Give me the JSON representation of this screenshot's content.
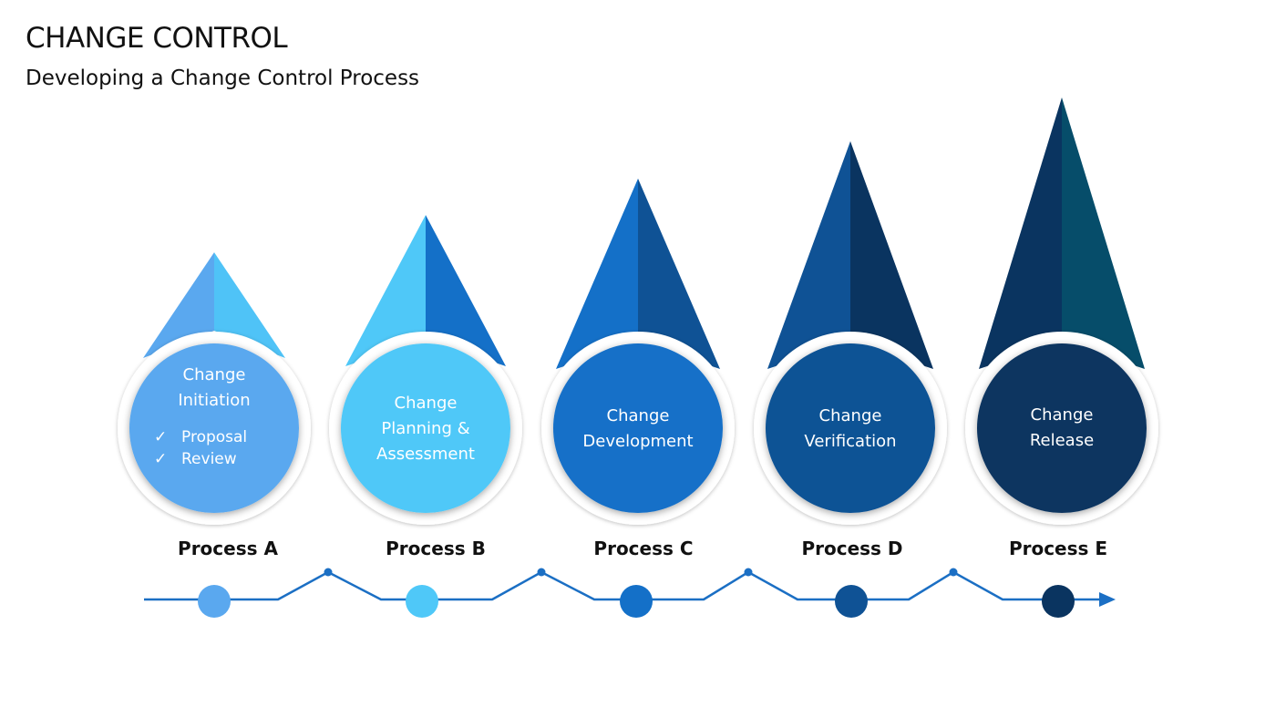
{
  "header": {
    "title": "CHANGE CONTROL",
    "subtitle": "Developing a Change Control Process"
  },
  "stages": [
    {
      "lines": [
        "Change",
        "Initiation"
      ],
      "checklist": [
        "Proposal",
        "Review"
      ],
      "process": "Process A",
      "circle_color": "#5aa8ef",
      "cone_left": "#5aa8ef",
      "cone_right": "#4fc3f7",
      "dot_color": "#5aa8ef"
    },
    {
      "lines": [
        "Change",
        "Planning &",
        "Assessment"
      ],
      "checklist": [],
      "process": "Process B",
      "circle_color": "#4fc8f8",
      "cone_left": "#4fc8f8",
      "cone_right": "#1470c8",
      "dot_color": "#4fc8f8"
    },
    {
      "lines": [
        "Change",
        "Development"
      ],
      "checklist": [],
      "process": "Process C",
      "circle_color": "#1470c8",
      "cone_left": "#1470c8",
      "cone_right": "#0f5295",
      "dot_color": "#1470c8"
    },
    {
      "lines": [
        "Change",
        "Verification"
      ],
      "checklist": [],
      "process": "Process D",
      "circle_color": "#0f5295",
      "cone_left": "#0f5295",
      "cone_right": "#0a3460",
      "dot_color": "#0f5295"
    },
    {
      "lines": [
        "Change",
        "Release"
      ],
      "checklist": [],
      "process": "Process E",
      "circle_color": "#0a3460",
      "cone_left": "#0a3460",
      "cone_right": "#064d6a",
      "dot_color": "#0a3460"
    }
  ],
  "timeline": {
    "line_color": "#1b6fc4"
  }
}
